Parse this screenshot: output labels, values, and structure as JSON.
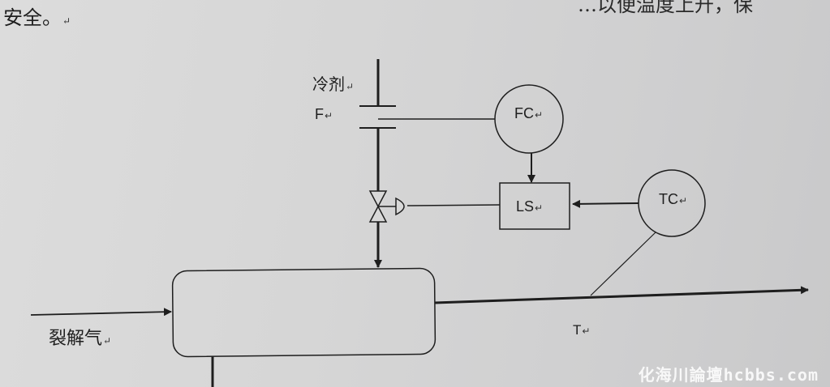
{
  "document": {
    "top_text": "安全。",
    "top_right_text": "…以便温度上升，保",
    "paragraph_mark": "↵"
  },
  "diagram": {
    "title": "裂解气冷却器 温度-流量选择性控制",
    "labels": {
      "coolant": "冷剂",
      "flow_element": "F",
      "flow_controller": "FC",
      "low_selector": "LS",
      "temp_controller": "TC",
      "feed": "裂解气",
      "temperature": "T"
    },
    "components": [
      {
        "id": "FC",
        "type": "controller-circle",
        "label": "FC"
      },
      {
        "id": "TC",
        "type": "controller-circle",
        "label": "TC"
      },
      {
        "id": "LS",
        "type": "selector-box",
        "label": "LS"
      },
      {
        "id": "valve",
        "type": "control-valve"
      },
      {
        "id": "orifice",
        "type": "orifice-plate",
        "label": "F"
      },
      {
        "id": "vessel",
        "type": "rounded-rect-vessel"
      }
    ],
    "connections": [
      {
        "from": "orifice",
        "to": "FC"
      },
      {
        "from": "FC",
        "to": "LS"
      },
      {
        "from": "TC",
        "to": "LS"
      },
      {
        "from": "LS",
        "to": "valve"
      },
      {
        "from": "coolant-line",
        "to": "vessel"
      },
      {
        "from": "feed",
        "to": "vessel"
      },
      {
        "from": "vessel",
        "to": "outlet"
      },
      {
        "from": "outlet",
        "to": "TC"
      }
    ]
  },
  "watermark": "化海川論壇hcbbs.com",
  "colors": {
    "ink": "#1e1e1e",
    "paper": "#d6d6d6"
  }
}
